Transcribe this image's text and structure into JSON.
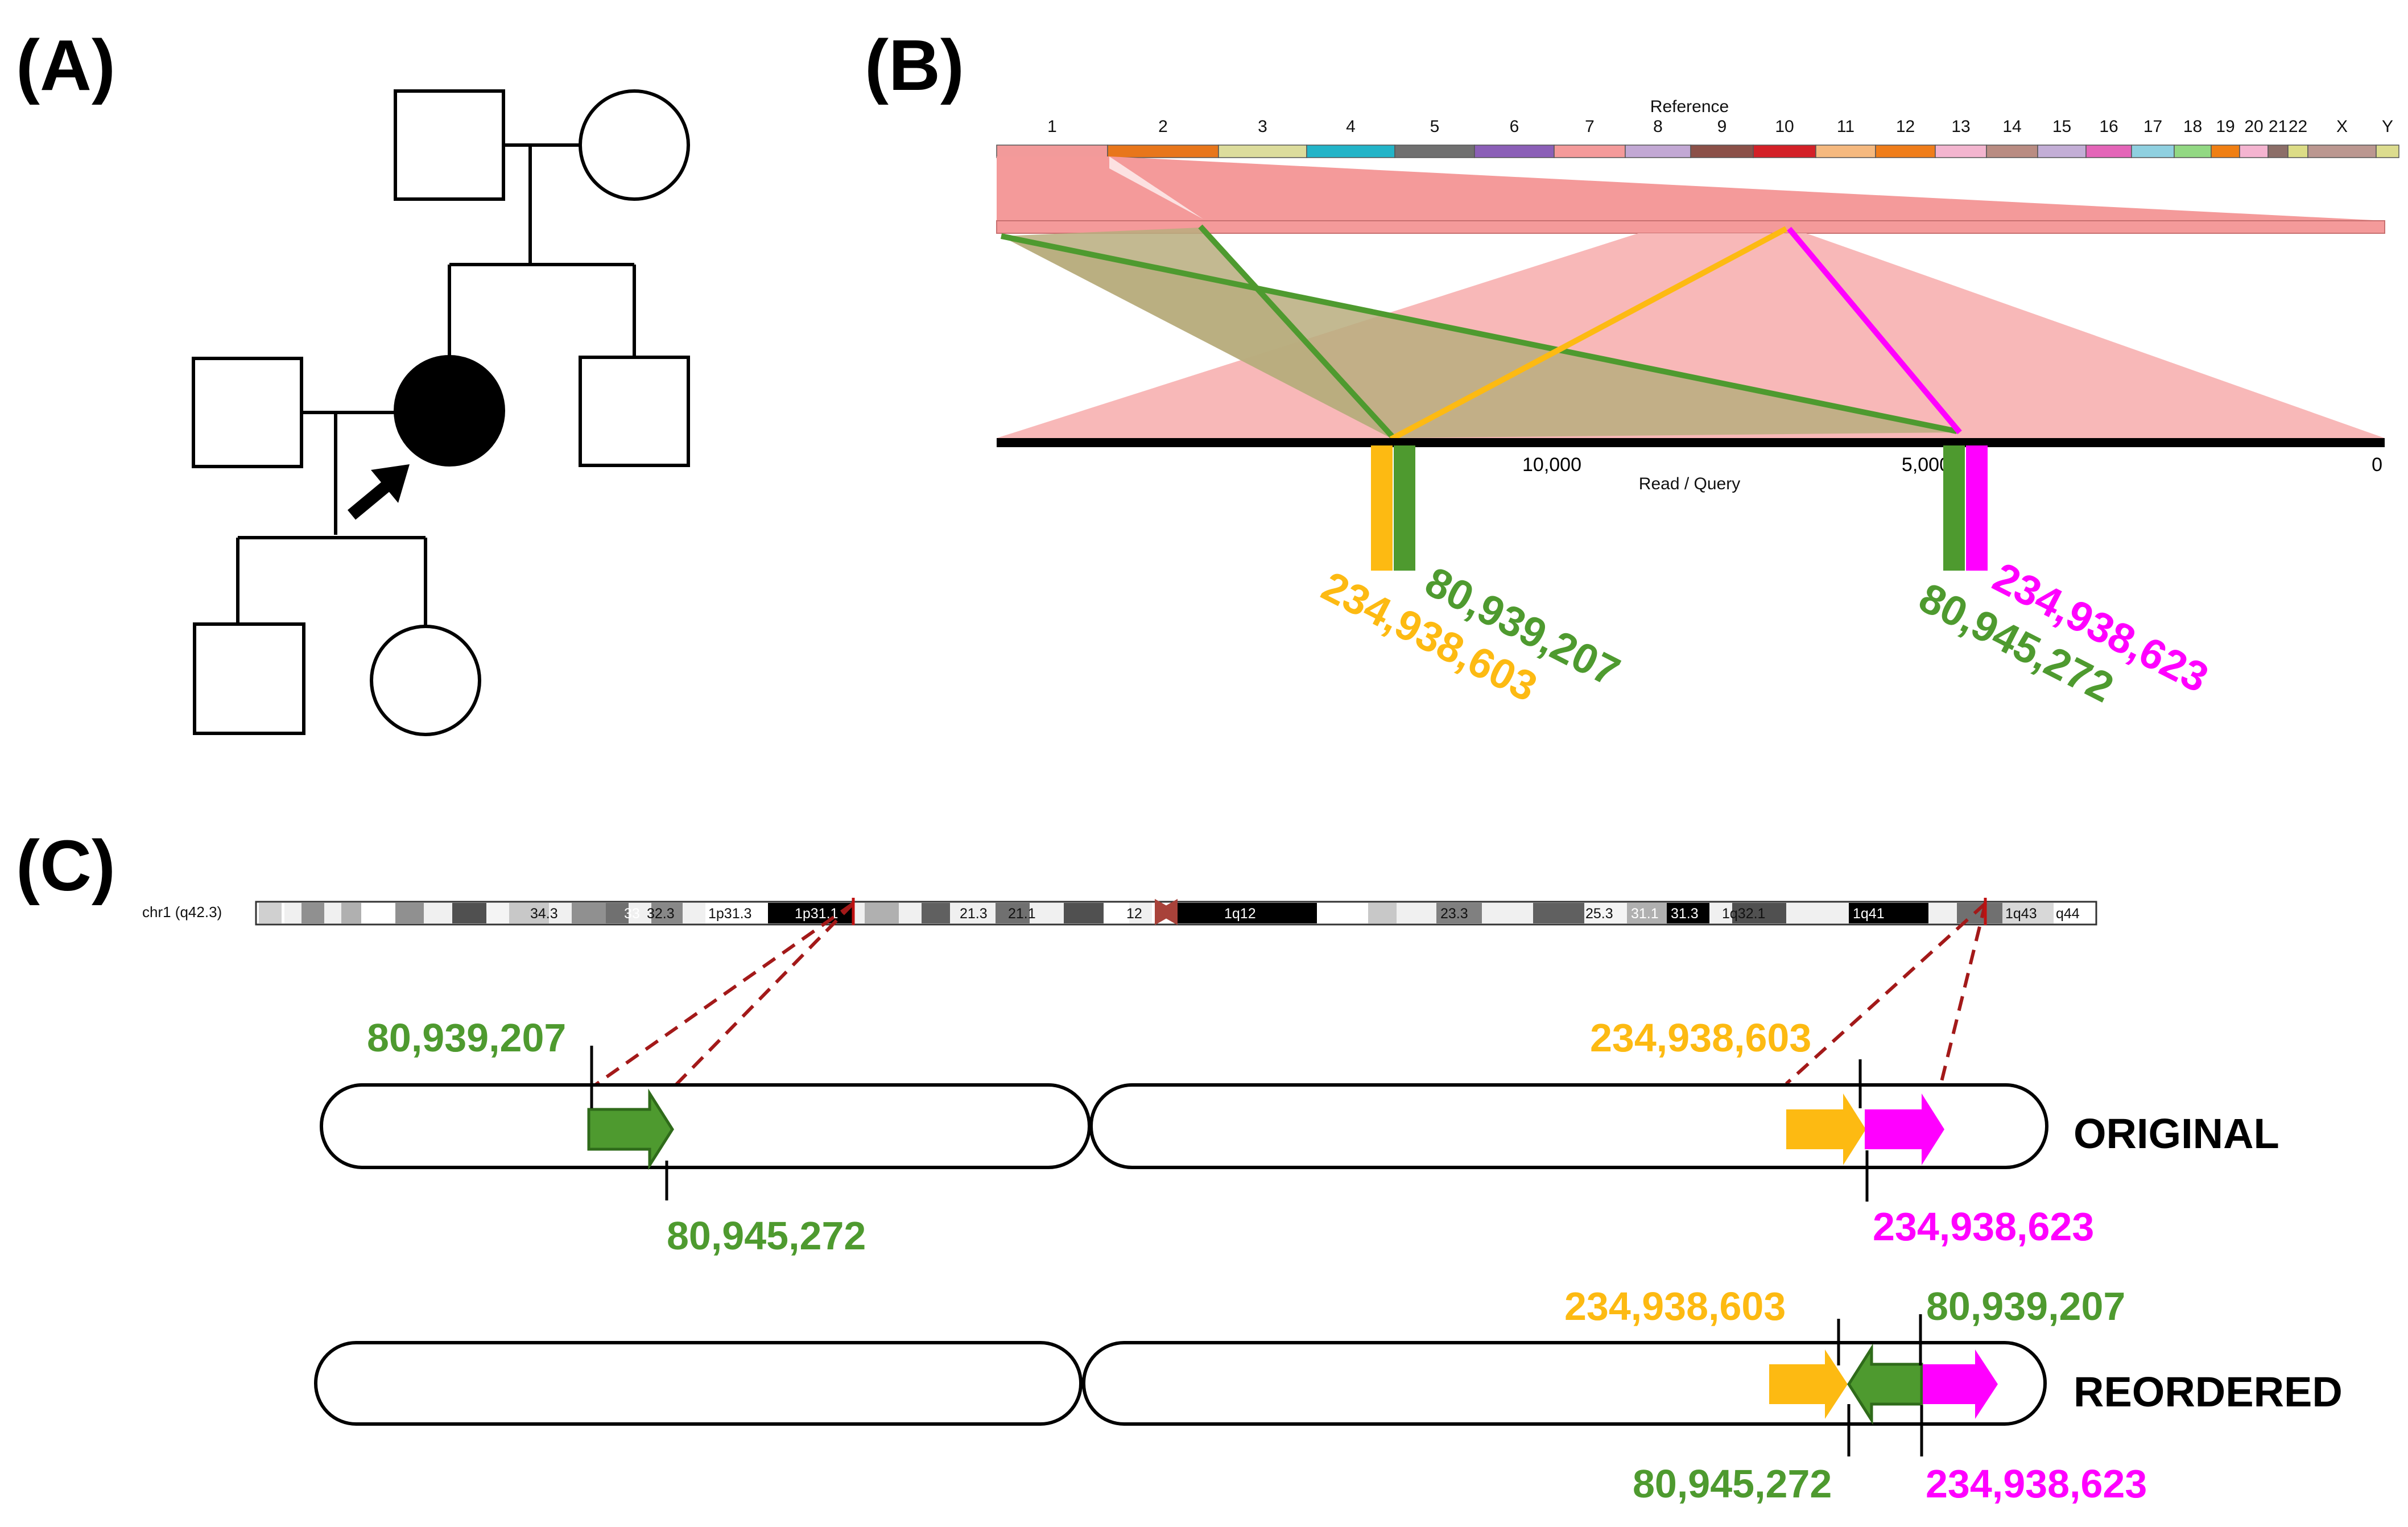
{
  "panels": {
    "a": "(A)",
    "b": "(B)",
    "c": "(C)"
  },
  "colors": {
    "green": "#4e9a2f",
    "yellow": "#fdba12",
    "magenta": "#ff00ff",
    "ribbon": "#f49a9a",
    "ribbonLight": "#f8b8b8",
    "olive": "#b8ad7e",
    "darkred": "#a31919"
  },
  "panel_b": {
    "reference_label": "Reference",
    "query_label": "Read / Query",
    "chromosomes": [
      {
        "name": "1",
        "color": "#f29a9a"
      },
      {
        "name": "2",
        "color": "#e8761b"
      },
      {
        "name": "3",
        "color": "#dcdc9c"
      },
      {
        "name": "4",
        "color": "#23b4c8"
      },
      {
        "name": "5",
        "color": "#707070"
      },
      {
        "name": "6",
        "color": "#8b5fb7"
      },
      {
        "name": "7",
        "color": "#f49a9a"
      },
      {
        "name": "8",
        "color": "#c2a8d4"
      },
      {
        "name": "9",
        "color": "#8b5048"
      },
      {
        "name": "10",
        "color": "#d32027"
      },
      {
        "name": "11",
        "color": "#f5b97f"
      },
      {
        "name": "12",
        "color": "#ef7d1a"
      },
      {
        "name": "13",
        "color": "#f3b5cf"
      },
      {
        "name": "14",
        "color": "#b98c82"
      },
      {
        "name": "15",
        "color": "#c3aed6"
      },
      {
        "name": "16",
        "color": "#e465b8"
      },
      {
        "name": "17",
        "color": "#8fd0e0"
      },
      {
        "name": "18",
        "color": "#92d883"
      },
      {
        "name": "19",
        "color": "#f07f13"
      },
      {
        "name": "20",
        "color": "#f4b4d0"
      },
      {
        "name": "21",
        "color": "#8c6e68"
      },
      {
        "name": "22",
        "color": "#dcdc86"
      },
      {
        "name": "X",
        "color": "#bb9790"
      },
      {
        "name": "Y",
        "color": "#dcdc8e"
      }
    ],
    "query_ticks": [
      {
        "value": 10000,
        "label": "10,000"
      },
      {
        "value": 5000,
        "label": "5,000"
      },
      {
        "value": 0,
        "label": "0"
      }
    ],
    "breakpoints_left": {
      "yellow": "234,938,603",
      "green": "80,939,207"
    },
    "breakpoints_right": {
      "green": "80,945,272",
      "magenta": "234,938,623"
    }
  },
  "panel_c": {
    "ideogram_label": "chr1 (q42.3)",
    "bands": [
      "34.3",
      "33",
      "32.3",
      "1p31.3",
      "1p31.1",
      "21.3",
      "21.1",
      "12",
      "1q12",
      "23.3",
      "25.3",
      "31.1",
      "31.3",
      "1q32.1",
      "1q41",
      "1q43",
      "q44"
    ],
    "original": {
      "label": "ORIGINAL",
      "green_start": "80,939,207",
      "green_end": "80,945,272",
      "yellow_end": "234,938,603",
      "magenta_start": "234,938,623"
    },
    "reordered": {
      "label": "REORDERED",
      "yellow_end": "234,938,603",
      "green_top": "80,939,207",
      "green_bottom": "80,945,272",
      "magenta_start": "234,938,623"
    }
  }
}
